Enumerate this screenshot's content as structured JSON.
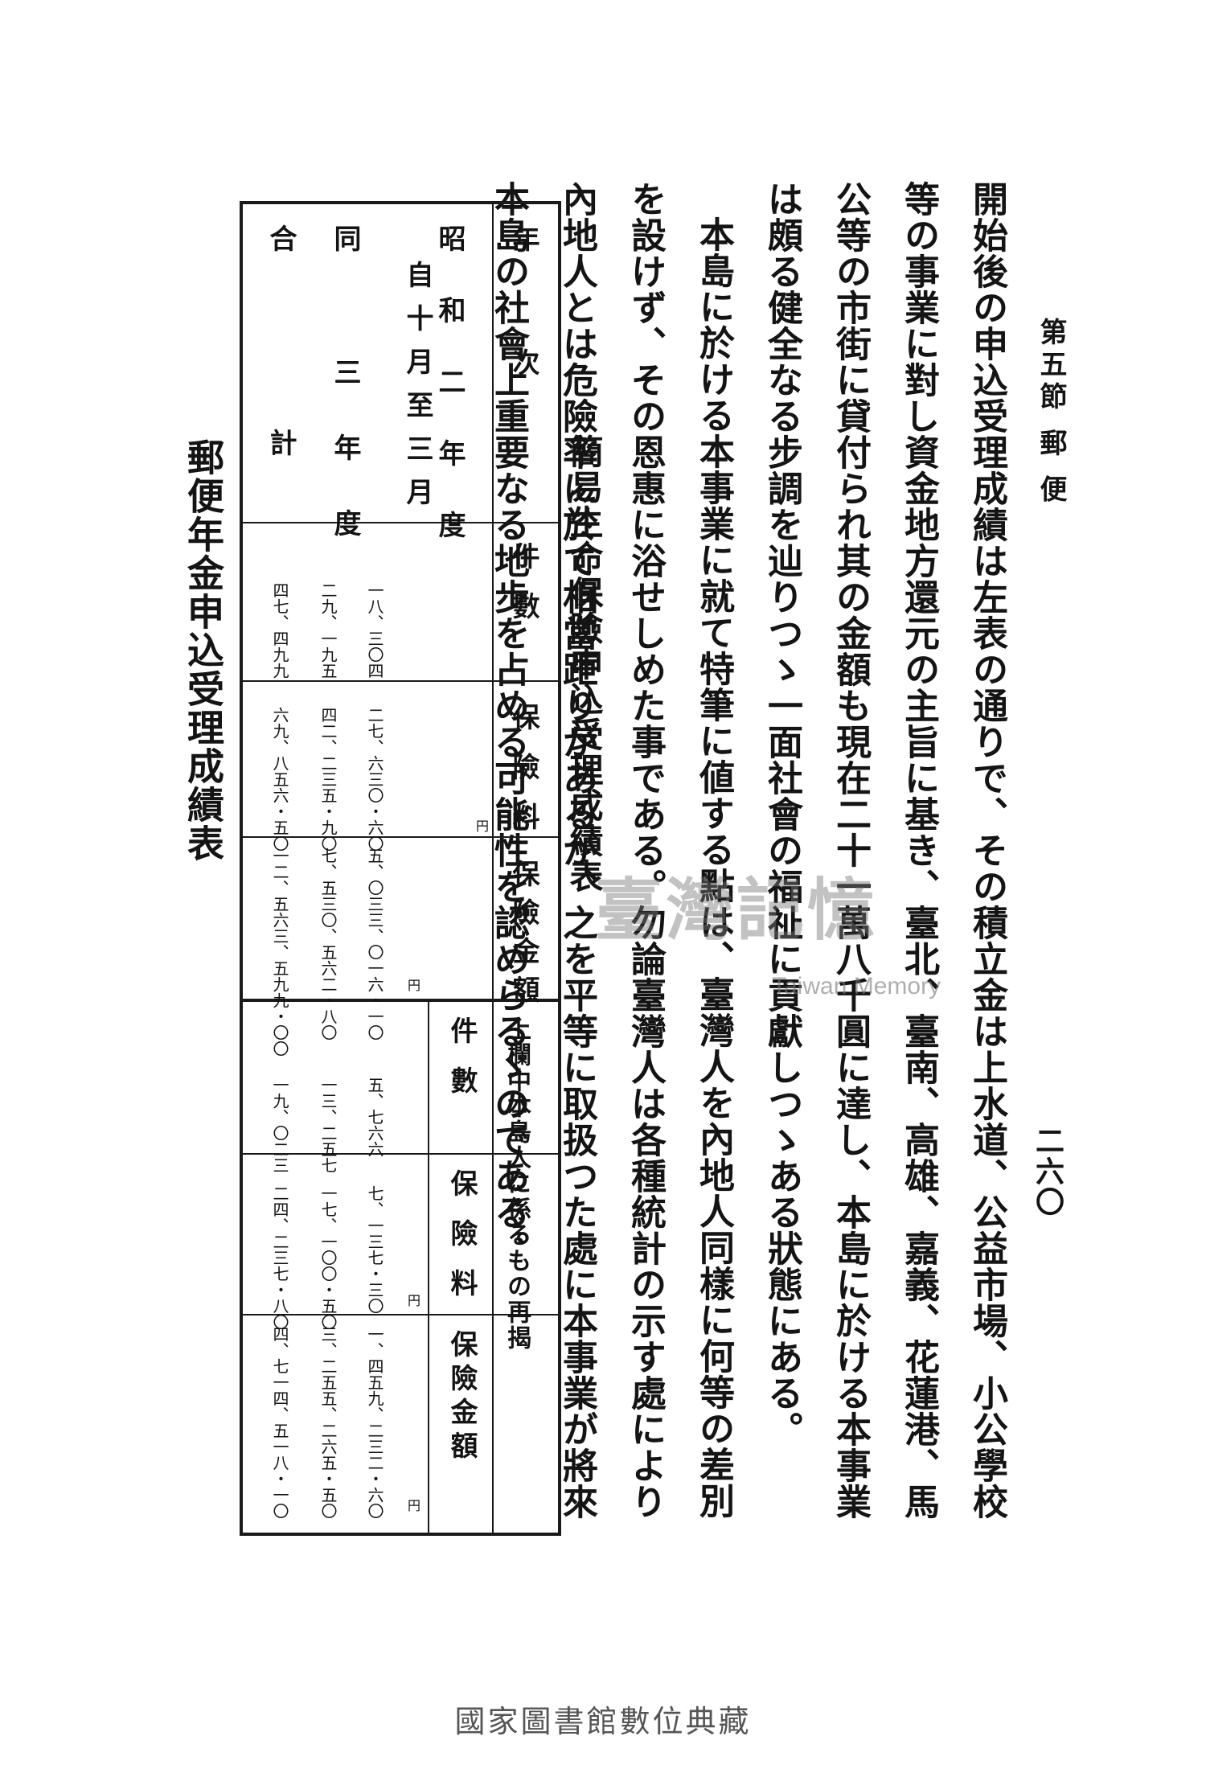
{
  "header": {
    "section": "第五節 郵 便",
    "page_number": "二六〇"
  },
  "body_text": {
    "para1": "開始後の申込受理成績は左表の通りで、その積立金は上水道、公益市場、小公學校等の事業に對し資金地方還元の主旨に基き、臺北、臺南、高雄、嘉義、花蓮港、馬公等の市街に貸付られ其の金額も現在二十一萬八千圓に達し、本島に於ける本事業は頗る健全なる步調を辿りつゝ一面社會の福祉に貢獻しつゝある狀態にある。",
    "para2": "本島に於ける本事業に就て特筆に値する點は、臺灣人を內地人同樣に何等の差別を設けず、その恩惠に浴せしめた事である。勿論臺灣人は各種統計の示す處により內地人とは危險率に於て相當距りがあるが、之を平等に取扱つた處に本事業が將來本島の社會上重要なる地步を占める可能性を認めらるゝのである。"
  },
  "table_title": "簡易生命保險申込受理成績表",
  "table": {
    "header_year": "年次",
    "col_headers": [
      "件數",
      "保險料",
      "保險金額"
    ],
    "re_header": "上欄中本島人に係るもの再揭",
    "sub_headers": [
      "件數",
      "保險料",
      "保險金額"
    ],
    "unit": "円",
    "rows": [
      {
        "label_a": "昭和二年度",
        "label_b": "自十月至三月",
        "values": [
          "一八、三〇四",
          "二七、六三〇・六〇",
          "五、〇三三、〇一六・一〇",
          "五、七六六",
          "七、一三七・三〇",
          "一、四五九、二三二・六〇"
        ]
      },
      {
        "label_a": "同 三年度",
        "label_b": "",
        "values": [
          "二九、一九五",
          "四二、二三五・九〇",
          "七、五三〇、五六二・八〇",
          "一三、二五七",
          "一七、一〇〇・五〇",
          "三、二五五、二六五・五〇"
        ]
      },
      {
        "label_a": "合計",
        "label_b": "",
        "values": [
          "四七、四九九",
          "六九、八五六・五〇",
          "一二、五六三、五九九・〇〇",
          "一九、〇二三",
          "二四、二三七・八〇",
          "四、七一四、五一八・一〇"
        ]
      }
    ]
  },
  "lower_title": "郵便年金申込受理成績表",
  "watermark": {
    "main": "臺灣記憶",
    "sub": "Taiwan Memory"
  },
  "footer_text": "國家圖書館數位典藏"
}
